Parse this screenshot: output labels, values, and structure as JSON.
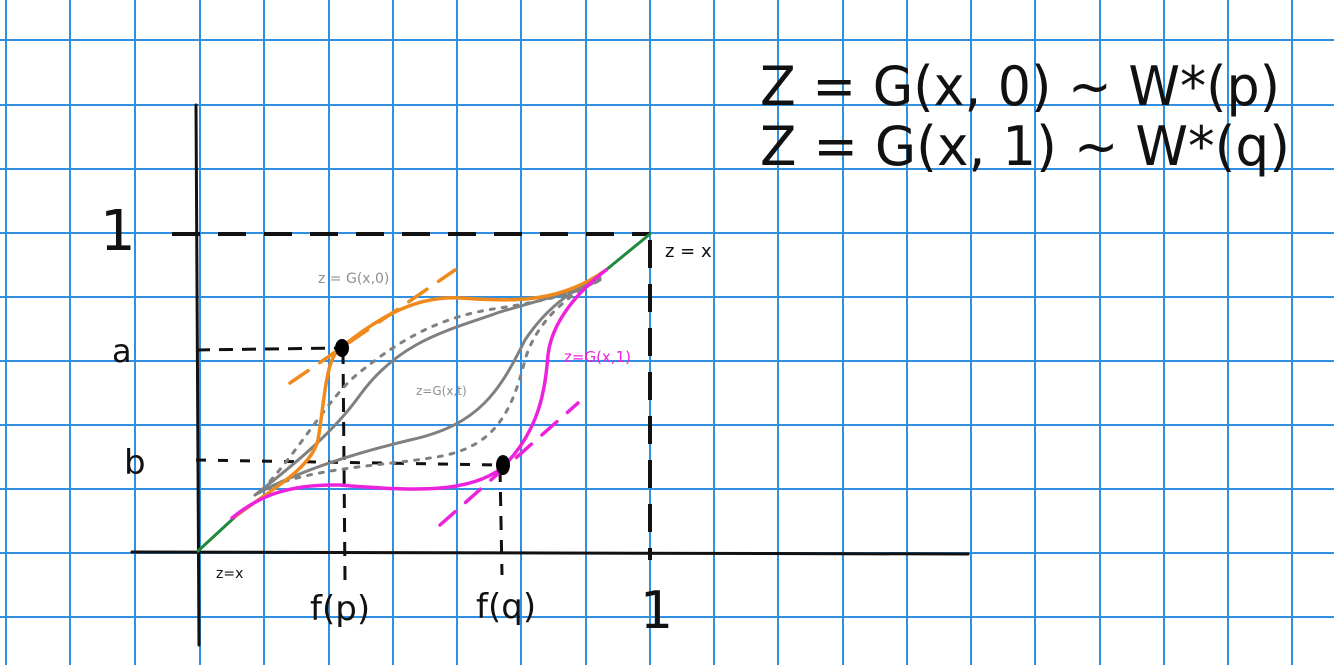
{
  "equations": {
    "line1": "Z = G(x, 0) ~ W*(p)",
    "line2": "Z = G(x, 1) ~ W*(q)"
  },
  "axes": {
    "y_tick_top": "1",
    "y_tick_a": "a",
    "y_tick_b": "b",
    "x_tick_fp": "f(p)",
    "x_tick_fq": "f(q)",
    "x_tick_one": "1"
  },
  "curve_labels": {
    "g0": "z = G(x,0)",
    "g1": "z=G(x,1)",
    "gt": "z=G(x,t)",
    "diag_top": "z = x",
    "diag_bottom": "z=x"
  },
  "colors": {
    "grid": "#2f8fe0",
    "ink": "#111111",
    "orange": "#f08a1c",
    "magenta": "#ee22dd",
    "green": "#1f8a3a",
    "gray": "#808080"
  }
}
